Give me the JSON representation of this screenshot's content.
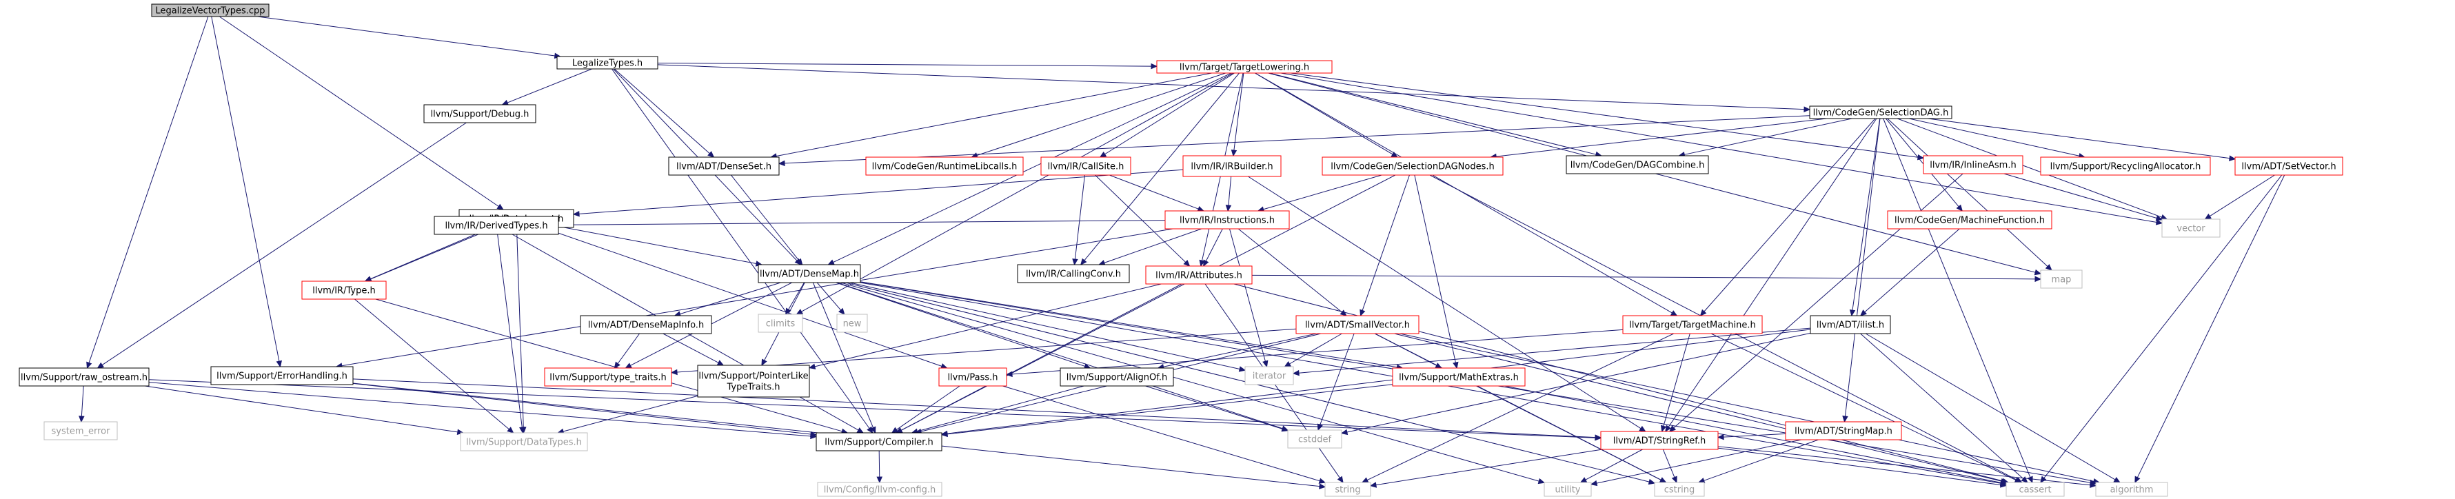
{
  "colors": {
    "edge": "#191970",
    "root_fill": "#bfbfbf",
    "black_stroke": "#000000",
    "red_stroke": "#ff0000",
    "grey_stroke": "#bfbfbf",
    "grey_text": "#999999",
    "text": "#000000"
  },
  "nodes": [
    {
      "id": "root",
      "label": "LegalizeVectorTypes.cpp",
      "style": "root"
    },
    {
      "id": "lt",
      "label": "LegalizeTypes.h",
      "style": "black"
    },
    {
      "id": "debug",
      "label": "llvm/Support/Debug.h",
      "style": "black"
    },
    {
      "id": "tl",
      "label": "llvm/Target/TargetLowering.h",
      "style": "red"
    },
    {
      "id": "sdag",
      "label": "llvm/CodeGen/SelectionDAG.h",
      "style": "black"
    },
    {
      "id": "denseset",
      "label": "llvm/ADT/DenseSet.h",
      "style": "black"
    },
    {
      "id": "rtlib",
      "label": "llvm/CodeGen/RuntimeLibcalls.h",
      "style": "red"
    },
    {
      "id": "callsite",
      "label": "llvm/IR/CallSite.h",
      "style": "red"
    },
    {
      "id": "irbuilder",
      "label": "llvm/IR/IRBuilder.h",
      "style": "red"
    },
    {
      "id": "sdnodes",
      "label": "llvm/CodeGen/SelectionDAGNodes.h",
      "style": "red"
    },
    {
      "id": "dagcombine",
      "label": "llvm/CodeGen/DAGCombine.h",
      "style": "black"
    },
    {
      "id": "inlineasm",
      "label": "llvm/IR/InlineAsm.h",
      "style": "red"
    },
    {
      "id": "recycling",
      "label": "llvm/Support/RecyclingAllocator.h",
      "style": "red"
    },
    {
      "id": "setvector",
      "label": "llvm/ADT/SetVector.h",
      "style": "red"
    },
    {
      "id": "datalayout",
      "label": "llvm/IR/DataLayout.h",
      "style": "black"
    },
    {
      "id": "instructions",
      "label": "llvm/IR/Instructions.h",
      "style": "red"
    },
    {
      "id": "machinefn",
      "label": "llvm/CodeGen/MachineFunction.h",
      "style": "red"
    },
    {
      "id": "vector",
      "label": "vector",
      "style": "grey"
    },
    {
      "id": "derivedtypes",
      "label": "llvm/IR/DerivedTypes.h",
      "style": "black"
    },
    {
      "id": "densemap",
      "label": "llvm/ADT/DenseMap.h",
      "style": "black"
    },
    {
      "id": "callingconv",
      "label": "llvm/IR/CallingConv.h",
      "style": "black"
    },
    {
      "id": "attributes",
      "label": "llvm/IR/Attributes.h",
      "style": "red"
    },
    {
      "id": "map",
      "label": "map",
      "style": "grey"
    },
    {
      "id": "irtype",
      "label": "llvm/IR/Type.h",
      "style": "red"
    },
    {
      "id": "climits",
      "label": "climits",
      "style": "grey"
    },
    {
      "id": "new",
      "label": "new",
      "style": "grey"
    },
    {
      "id": "densemapinfo",
      "label": "llvm/ADT/DenseMapInfo.h",
      "style": "black"
    },
    {
      "id": "smallvector",
      "label": "llvm/ADT/SmallVector.h",
      "style": "red"
    },
    {
      "id": "targetmachine",
      "label": "llvm/Target/TargetMachine.h",
      "style": "red"
    },
    {
      "id": "ilist",
      "label": "llvm/ADT/ilist.h",
      "style": "black"
    },
    {
      "id": "rawostream",
      "label": "llvm/Support/raw_ostream.h",
      "style": "black"
    },
    {
      "id": "errorhandling",
      "label": "llvm/Support/ErrorHandling.h",
      "style": "black"
    },
    {
      "id": "typetraits",
      "label": "llvm/Support/type_traits.h",
      "style": "red"
    },
    {
      "id": "pointerlike",
      "label": "llvm/Support/PointerLike\nTypeTraits.h",
      "style": "black"
    },
    {
      "id": "pass",
      "label": "llvm/Pass.h",
      "style": "red"
    },
    {
      "id": "alignof",
      "label": "llvm/Support/AlignOf.h",
      "style": "black"
    },
    {
      "id": "iterator",
      "label": "iterator",
      "style": "grey"
    },
    {
      "id": "mathextras",
      "label": "llvm/Support/MathExtras.h",
      "style": "red"
    },
    {
      "id": "stringmap",
      "label": "llvm/ADT/StringMap.h",
      "style": "red"
    },
    {
      "id": "systemerror",
      "label": "system_error",
      "style": "grey"
    },
    {
      "id": "datatypes",
      "label": "llvm/Support/DataTypes.h",
      "style": "grey"
    },
    {
      "id": "compiler",
      "label": "llvm/Support/Compiler.h",
      "style": "black"
    },
    {
      "id": "cstddef",
      "label": "cstddef",
      "style": "grey"
    },
    {
      "id": "stringref",
      "label": "llvm/ADT/StringRef.h",
      "style": "red"
    },
    {
      "id": "llvmconfig",
      "label": "llvm/Config/llvm-config.h",
      "style": "grey"
    },
    {
      "id": "string",
      "label": "string",
      "style": "grey"
    },
    {
      "id": "utility",
      "label": "utility",
      "style": "grey"
    },
    {
      "id": "cstring",
      "label": "cstring",
      "style": "grey"
    },
    {
      "id": "cassert",
      "label": "cassert",
      "style": "grey"
    },
    {
      "id": "algorithm",
      "label": "algorithm",
      "style": "grey"
    }
  ],
  "edges": [
    [
      "root",
      "lt"
    ],
    [
      "root",
      "datalayout"
    ],
    [
      "root",
      "rawostream"
    ],
    [
      "root",
      "errorhandling"
    ],
    [
      "lt",
      "debug"
    ],
    [
      "lt",
      "tl"
    ],
    [
      "lt",
      "sdag"
    ],
    [
      "lt",
      "denseset"
    ],
    [
      "lt",
      "densemap"
    ],
    [
      "lt",
      "compiler"
    ],
    [
      "debug",
      "rawostream"
    ],
    [
      "tl",
      "denseset"
    ],
    [
      "tl",
      "rtlib"
    ],
    [
      "tl",
      "callsite"
    ],
    [
      "tl",
      "irbuilder"
    ],
    [
      "tl",
      "sdnodes"
    ],
    [
      "tl",
      "dagcombine"
    ],
    [
      "tl",
      "inlineasm"
    ],
    [
      "tl",
      "densemap"
    ],
    [
      "tl",
      "callingconv"
    ],
    [
      "tl",
      "attributes"
    ],
    [
      "tl",
      "targetmachine"
    ],
    [
      "tl",
      "climits"
    ],
    [
      "tl",
      "map"
    ],
    [
      "tl",
      "vector"
    ],
    [
      "sdag",
      "denseset"
    ],
    [
      "sdag",
      "dagcombine"
    ],
    [
      "sdag",
      "recycling"
    ],
    [
      "sdag",
      "setvector"
    ],
    [
      "sdag",
      "machinefn"
    ],
    [
      "sdag",
      "sdnodes"
    ],
    [
      "sdag",
      "ilist"
    ],
    [
      "sdag",
      "targetmachine"
    ],
    [
      "sdag",
      "stringmap"
    ],
    [
      "sdag",
      "map"
    ],
    [
      "sdag",
      "vector"
    ],
    [
      "sdag",
      "cassert"
    ],
    [
      "sdag",
      "stringref"
    ],
    [
      "denseset",
      "densemap"
    ],
    [
      "callsite",
      "instructions"
    ],
    [
      "callsite",
      "attributes"
    ],
    [
      "callsite",
      "callingconv"
    ],
    [
      "irbuilder",
      "datalayout"
    ],
    [
      "irbuilder",
      "instructions"
    ],
    [
      "irbuilder",
      "stringref"
    ],
    [
      "sdnodes",
      "instructions"
    ],
    [
      "sdnodes",
      "smallvector"
    ],
    [
      "sdnodes",
      "mathextras"
    ],
    [
      "sdnodes",
      "compiler"
    ],
    [
      "sdnodes",
      "cassert"
    ],
    [
      "inlineasm",
      "vector"
    ],
    [
      "inlineasm",
      "stringref"
    ],
    [
      "setvector",
      "vector"
    ],
    [
      "setvector",
      "cassert"
    ],
    [
      "setvector",
      "algorithm"
    ],
    [
      "datalayout",
      "derivedtypes"
    ],
    [
      "datalayout",
      "densemap"
    ],
    [
      "datalayout",
      "irtype"
    ],
    [
      "datalayout",
      "pass"
    ],
    [
      "datalayout",
      "datatypes"
    ],
    [
      "instructions",
      "derivedtypes"
    ],
    [
      "instructions",
      "attributes"
    ],
    [
      "instructions",
      "callingconv"
    ],
    [
      "instructions",
      "smallvector"
    ],
    [
      "instructions",
      "errorhandling"
    ],
    [
      "instructions",
      "iterator"
    ],
    [
      "machinefn",
      "ilist"
    ],
    [
      "derivedtypes",
      "irtype"
    ],
    [
      "derivedtypes",
      "datatypes"
    ],
    [
      "derivedtypes",
      "compiler"
    ],
    [
      "densemap",
      "densemapinfo"
    ],
    [
      "densemap",
      "typetraits"
    ],
    [
      "densemap",
      "pointerlike"
    ],
    [
      "densemap",
      "alignof"
    ],
    [
      "densemap",
      "mathextras"
    ],
    [
      "densemap",
      "compiler"
    ],
    [
      "densemap",
      "climits"
    ],
    [
      "densemap",
      "new"
    ],
    [
      "densemap",
      "iterator"
    ],
    [
      "densemap",
      "cstddef"
    ],
    [
      "densemap",
      "utility"
    ],
    [
      "densemap",
      "cstring"
    ],
    [
      "densemap",
      "algorithm"
    ],
    [
      "densemap",
      "cassert"
    ],
    [
      "attributes",
      "pointerlike"
    ],
    [
      "attributes",
      "compiler"
    ],
    [
      "attributes",
      "string"
    ],
    [
      "attributes",
      "map"
    ],
    [
      "attributes",
      "cassert"
    ],
    [
      "irtype",
      "datatypes"
    ],
    [
      "irtype",
      "compiler"
    ],
    [
      "densemapinfo",
      "pointerlike"
    ],
    [
      "densemapinfo",
      "typetraits"
    ],
    [
      "smallvector",
      "alignof"
    ],
    [
      "smallvector",
      "typetraits"
    ],
    [
      "smallvector",
      "mathextras"
    ],
    [
      "smallvector",
      "compiler"
    ],
    [
      "smallvector",
      "iterator"
    ],
    [
      "smallvector",
      "cstddef"
    ],
    [
      "smallvector",
      "cstring"
    ],
    [
      "smallvector",
      "algorithm"
    ],
    [
      "smallvector",
      "cassert"
    ],
    [
      "targetmachine",
      "pass"
    ],
    [
      "targetmachine",
      "stringref"
    ],
    [
      "targetmachine",
      "string"
    ],
    [
      "targetmachine",
      "cassert"
    ],
    [
      "ilist",
      "compiler"
    ],
    [
      "ilist",
      "iterator"
    ],
    [
      "ilist",
      "cstddef"
    ],
    [
      "ilist",
      "algorithm"
    ],
    [
      "ilist",
      "cassert"
    ],
    [
      "rawostream",
      "datatypes"
    ],
    [
      "rawostream",
      "compiler"
    ],
    [
      "rawostream",
      "systemerror"
    ],
    [
      "rawostream",
      "stringref"
    ],
    [
      "errorhandling",
      "compiler"
    ],
    [
      "errorhandling",
      "stringref"
    ],
    [
      "errorhandling",
      "string"
    ],
    [
      "pass",
      "compiler"
    ],
    [
      "pass",
      "string"
    ],
    [
      "alignof",
      "compiler"
    ],
    [
      "alignof",
      "cstddef"
    ],
    [
      "mathextras",
      "compiler"
    ],
    [
      "mathextras",
      "cassert"
    ],
    [
      "mathextras",
      "cstring"
    ],
    [
      "stringmap",
      "stringref"
    ],
    [
      "stringmap",
      "utility"
    ],
    [
      "stringmap",
      "cstring"
    ],
    [
      "compiler",
      "llvmconfig"
    ],
    [
      "stringref",
      "string"
    ],
    [
      "stringref",
      "utility"
    ],
    [
      "stringref",
      "cstring"
    ],
    [
      "stringref",
      "cassert"
    ],
    [
      "stringref",
      "algorithm"
    ],
    [
      "pointerlike",
      "datatypes"
    ]
  ]
}
